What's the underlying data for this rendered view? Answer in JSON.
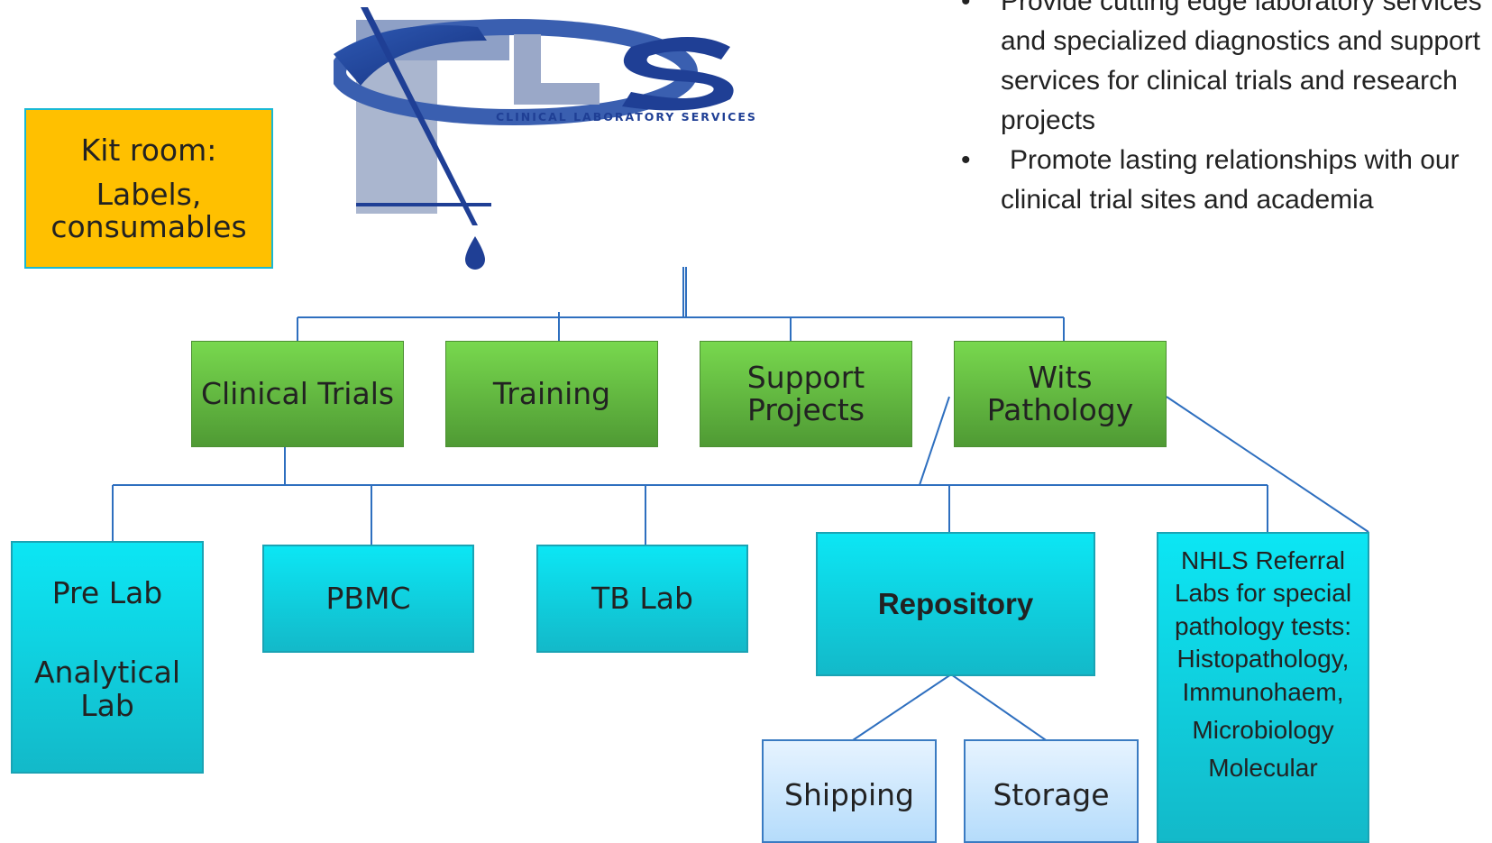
{
  "logo": {
    "letters": "CLS",
    "tagline": "CLINICAL LABORATORY SERVICES"
  },
  "kit_room": {
    "line1": "Kit room:",
    "line2": "Labels,",
    "line3": "consumables"
  },
  "mission": [
    "Provide cutting edge laboratory services and specialized diagnostics and support services  for  clinical trials and research projects",
    "Promote lasting relationships with our clinical trial sites and academia"
  ],
  "divisions": {
    "clinical_trials": "Clinical Trials",
    "training": "Training",
    "support_projects": [
      "Support",
      "Projects"
    ],
    "wits_pathology": [
      "Wits",
      "Pathology"
    ]
  },
  "labs": {
    "pre_lab": "Pre Lab",
    "analytical_lab": [
      "Analytical",
      "Lab"
    ],
    "pbmc": "PBMC",
    "tb_lab": "TB Lab",
    "repository": "Repository",
    "nhls": [
      "NHLS Referral",
      "Labs for special",
      "pathology tests:",
      "Histopathology,",
      "Immunohaem,",
      "Microbiology",
      "Molecular"
    ]
  },
  "repository_children": {
    "shipping": "Shipping",
    "storage": "Storage"
  },
  "colors": {
    "division_green": "#5fb83e",
    "lab_cyan": "#0fd3e3",
    "child_light_blue": "#cde9ff",
    "kit_orange": "#ffc000",
    "connector_blue": "#2e6fbf",
    "logo_navy": "#1f3f95"
  }
}
